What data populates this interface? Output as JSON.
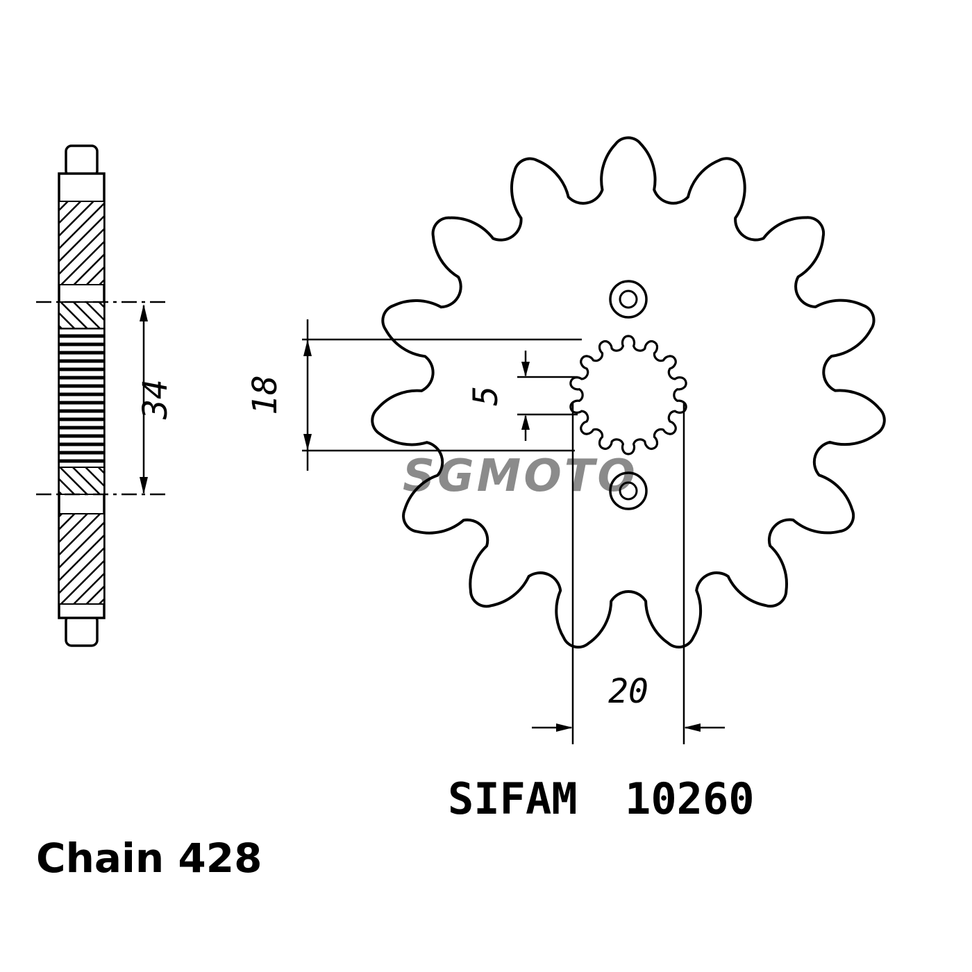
{
  "diagram": {
    "watermark": "SGMOTO",
    "manufacturer": "SIFAM",
    "part_number": "10260",
    "chain_label": "Chain 428",
    "dimensions": {
      "hub_length": "34",
      "bore_inner_diameter": "18",
      "spline_depth": "5",
      "bore_outer_diameter": "20"
    },
    "colors": {
      "line": "#000000",
      "background": "#ffffff",
      "watermark": "#c4c4c4"
    }
  }
}
